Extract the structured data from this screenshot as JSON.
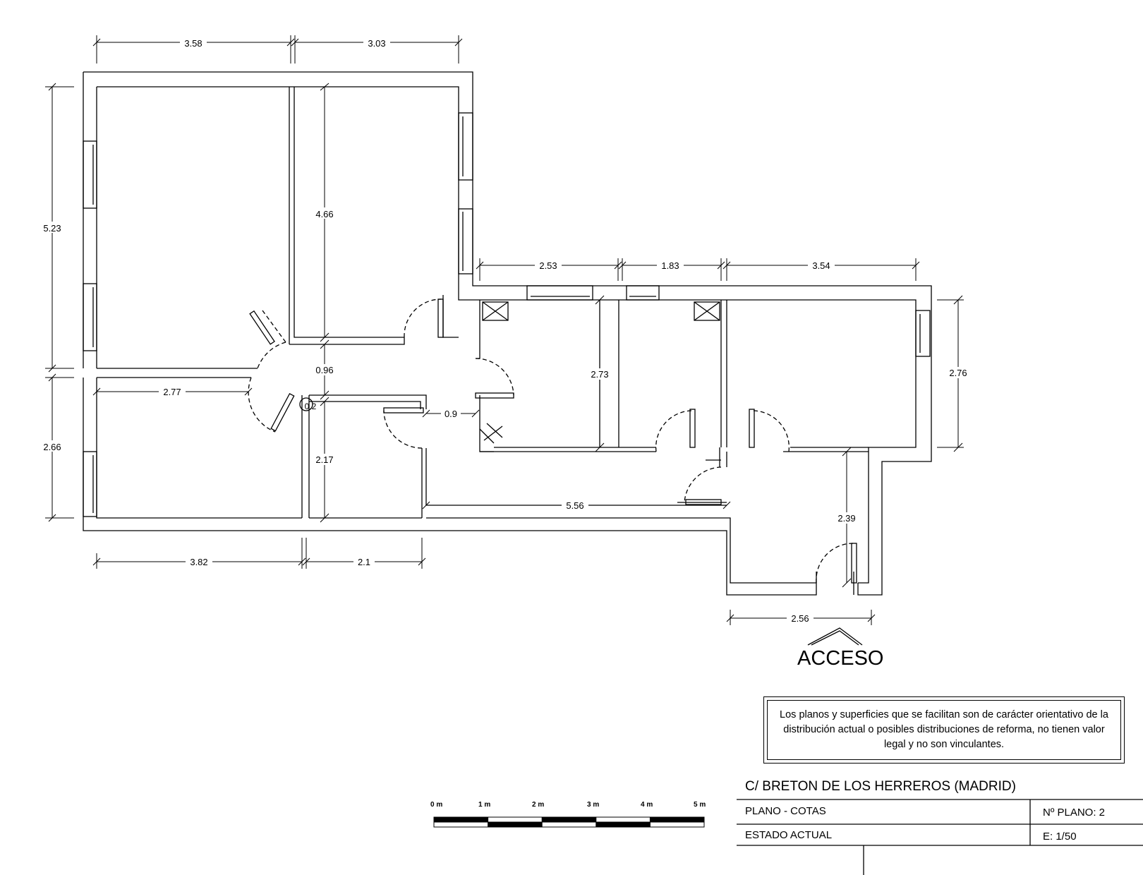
{
  "plan": {
    "access_label": "ACCESO",
    "dimensions": {
      "top_left": "3.58",
      "top_mid": "3.03",
      "left_upper": "5.23",
      "left_lower": "2.66",
      "room_height_upper": "4.66",
      "hall_width": "0.96",
      "lower_room_width": "2.77",
      "column": "0.2",
      "lower_mid_height": "2.17",
      "passage": "0.9",
      "right_top_a": "2.53",
      "right_top_b": "1.83",
      "right_top_c": "3.54",
      "right_room_height": "2.73",
      "right_outer_height": "2.76",
      "corridor_length": "5.56",
      "entry_height": "2.39",
      "bottom_left": "3.82",
      "bottom_mid": "2.1",
      "entry_width": "2.56"
    }
  },
  "notice": {
    "text": "Los planos y superficies que se facilitan son de carácter orientativo de la distribución actual o posibles distribuciones de reforma, no tienen valor legal y no son vinculantes."
  },
  "title_block": {
    "address": "C/  BRETON DE LOS HERREROS   (MADRID)",
    "plan_type": "PLANO   -  COTAS",
    "plan_number": "Nº PLANO:  2",
    "state": "ESTADO  ACTUAL",
    "scale": "E: 1/50"
  },
  "scale_bar": {
    "labels": [
      "0 m",
      "1 m",
      "2 m",
      "3 m",
      "4 m",
      "5 m"
    ]
  }
}
